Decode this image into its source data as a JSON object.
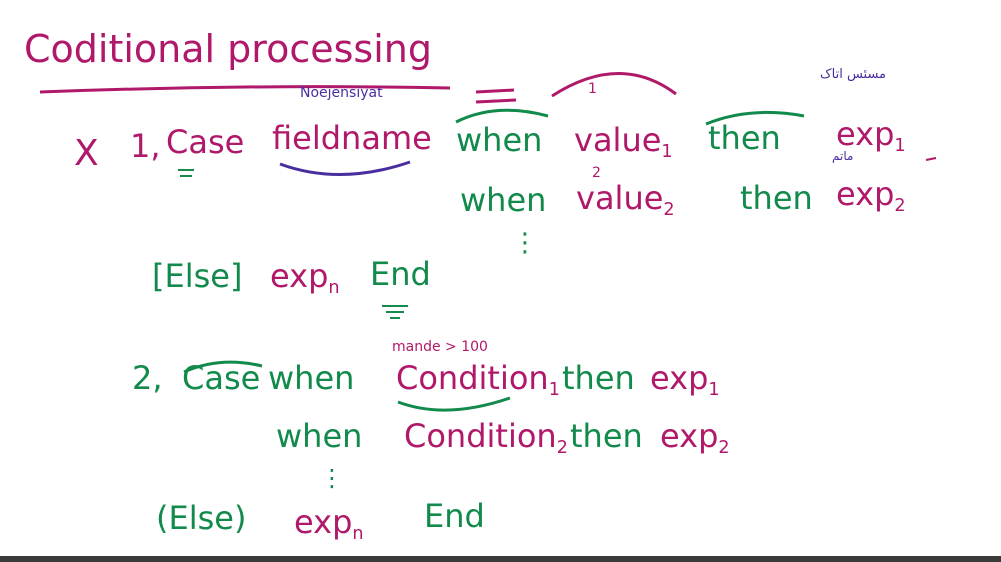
{
  "title": "Coditional processing",
  "annotation_top": "Noejensiyat",
  "annotation_fa_1": "مسئس اتاک",
  "annotation_fa_2": "ماتم",
  "equals": "=",
  "case1": {
    "x_mark": "X",
    "num": "1,",
    "case": "Case",
    "field": "fieldname",
    "when1": "when",
    "value1": "value",
    "value1_sub": "1",
    "value1_num": "1",
    "then1": "then",
    "exp1": "exp",
    "exp1_sub": "1",
    "when2": "when",
    "value2": "value",
    "value2_sub": "2",
    "value2_num": "2",
    "then2": "then",
    "exp2": "exp",
    "exp2_sub": "2",
    "dots": "⋮",
    "else": "[Else]",
    "expn": "exp",
    "expn_sub": "n",
    "end": "End"
  },
  "case2": {
    "num": "2,",
    "case": "Case",
    "when1": "when",
    "annotation": "mande > 100",
    "cond1": "Condition",
    "cond1_sub": "1",
    "then1": "then",
    "exp1": "exp",
    "exp1_sub": "1",
    "when2": "when",
    "cond2": "Condition",
    "cond2_sub": "2",
    "then2": "then",
    "exp2": "exp",
    "exp2_sub": "2",
    "dots": "⋮",
    "else": "(Else)",
    "expn": "exp",
    "expn_sub": "n",
    "end": "End"
  },
  "colors": {
    "magenta": "#b0186a",
    "green": "#128a4c",
    "purple": "#4a2ea0"
  }
}
